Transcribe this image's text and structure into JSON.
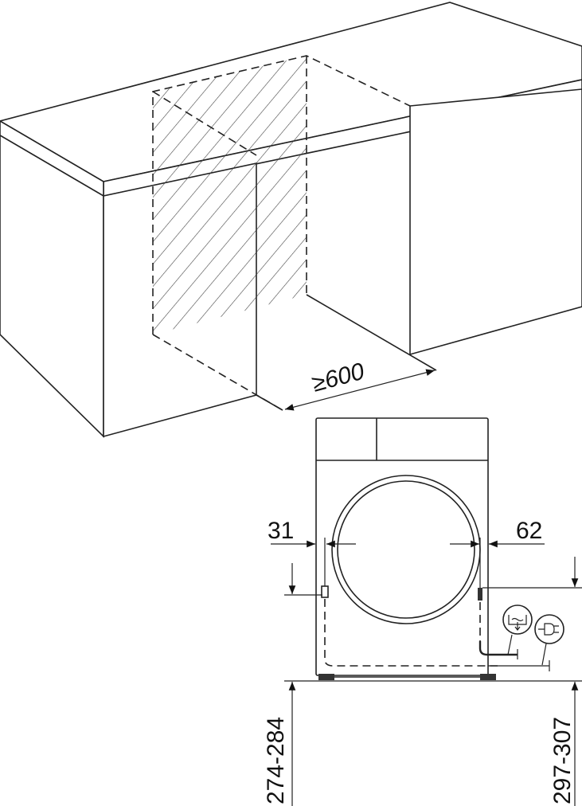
{
  "niche": {
    "min_width_label": "≥600"
  },
  "appliance": {
    "left_offset_label": "31",
    "right_offset_label": "62",
    "left_height_label": "274-284",
    "right_height_label": "297-307",
    "icons": [
      "water-drain-icon",
      "power-plug-icon"
    ]
  }
}
